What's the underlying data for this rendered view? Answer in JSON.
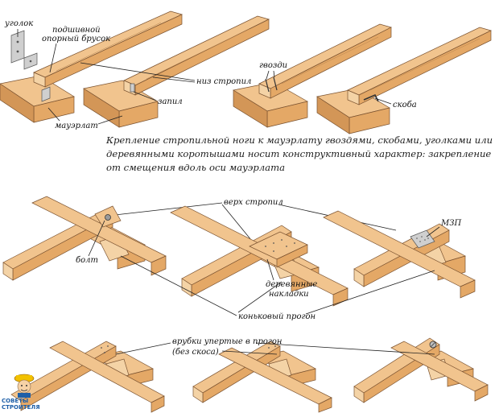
{
  "labels": {
    "ugolok": "уголок",
    "podshivnoy_1": "подшивной",
    "podshivnoy_2": "опорный брусок",
    "gvozdi": "гвозди",
    "niz_stropil": "низ стропил",
    "zapil": "запил",
    "mauerlat": "мауэрлат",
    "skoba": "скоба",
    "verh_stropil": "верх стропил",
    "mzp": "МЗП",
    "bolt": "болт",
    "nakladki_1": "деревянные",
    "nakladki_2": "накладки",
    "konkovy_progon": "коньковый прогон",
    "vrubki_1": "врубки упертые в прогон",
    "vrubki_2": "(без скоса)"
  },
  "caption": {
    "line1": "Крепление стропильной ноги к мауэрлату гвоздями, скобами, уголками или",
    "line2": "деревянными коротышами носит конструктивный характер: закрепление",
    "line3": "от смещения вдоль оси мауэрлата"
  },
  "logo": {
    "line1": "СОВЕТЫ",
    "line2": "СТРОИТЕЛЯ"
  },
  "colors": {
    "wood_light": "#f1c48e",
    "wood_mid": "#e4a866",
    "wood_dark": "#c98a4e",
    "outline": "#7a5230",
    "metal": "#c9c9c9"
  }
}
